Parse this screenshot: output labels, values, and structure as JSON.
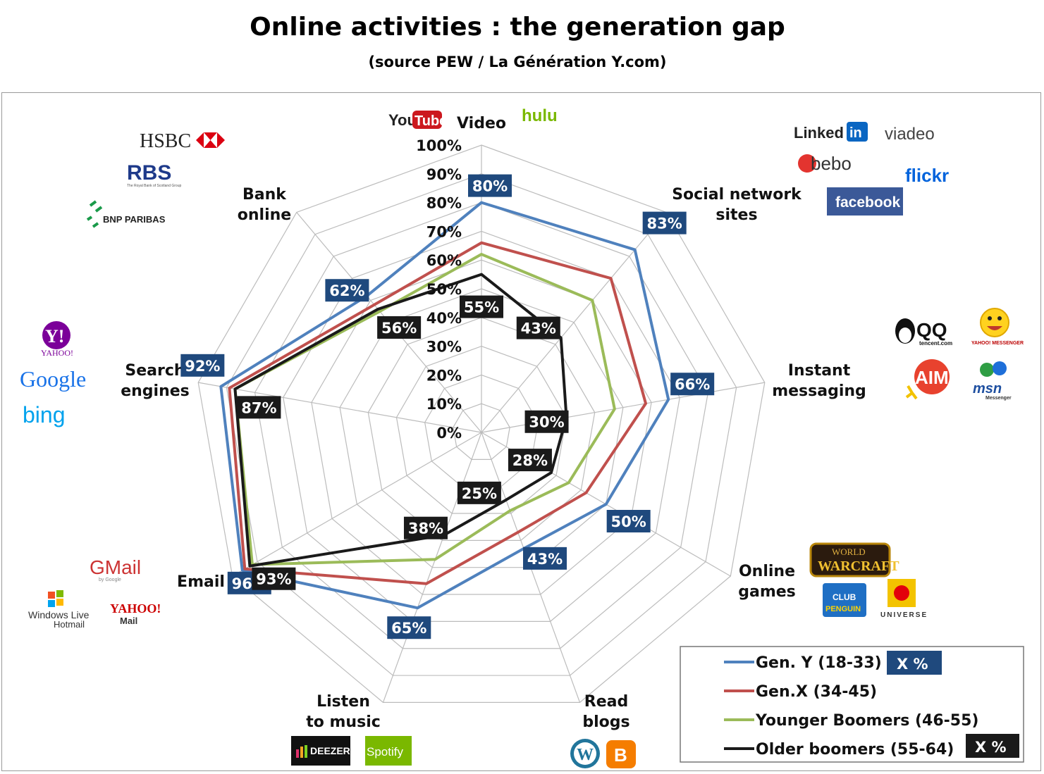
{
  "header": {
    "title": "Online activities : the generation gap",
    "subtitle": "(source PEW / La Génération Y.com)"
  },
  "chart_data": {
    "type": "radar",
    "title": "Online activities : the generation gap",
    "subtitle": "(source PEW / La Génération Y.com)",
    "axes": [
      "Video",
      "Social network sites",
      "Instant messaging",
      "Online games",
      "Read blogs",
      "Listen to music",
      "Email",
      "Search engines",
      "Bank online"
    ],
    "axis_label_lines": [
      [
        "Video"
      ],
      [
        "Social network",
        "sites"
      ],
      [
        "Instant",
        "messaging"
      ],
      [
        "Online",
        "games"
      ],
      [
        "Read",
        "blogs"
      ],
      [
        "Listen",
        "to music"
      ],
      [
        "Email"
      ],
      [
        "Search",
        "engines"
      ],
      [
        "Bank",
        "online"
      ]
    ],
    "r_range": [
      0,
      100
    ],
    "r_ticks": [
      "0%",
      "10%",
      "20%",
      "30%",
      "40%",
      "50%",
      "60%",
      "70%",
      "80%",
      "90%",
      "100%"
    ],
    "series": [
      {
        "name": "Gen. Y (18-33)",
        "color": "#4f81bd",
        "values": [
          80,
          83,
          66,
          50,
          43,
          65,
          96,
          92,
          62
        ],
        "labels": [
          "80%",
          "83%",
          "66%",
          "50%",
          "43%",
          "65%",
          "96%",
          "92%",
          "62%"
        ],
        "label_bg": "#1f497d"
      },
      {
        "name": "Gen.X (34-45)",
        "color": "#c0504d",
        "values": [
          66,
          70,
          58,
          42,
          37,
          56,
          95,
          89,
          58
        ]
      },
      {
        "name": "Younger Boomers (46-55)",
        "color": "#9bbb59",
        "values": [
          62,
          60,
          47,
          35,
          29,
          47,
          92,
          87,
          55
        ]
      },
      {
        "name": "Older boomers (55-64)",
        "color": "#1a1a1a",
        "values": [
          55,
          43,
          30,
          28,
          25,
          38,
          93,
          87,
          56
        ],
        "labels": [
          "55%",
          "43%",
          "30%",
          "28%",
          "25%",
          "38%",
          "93%",
          "87%",
          "56%"
        ],
        "label_bg": "#1a1a1a"
      }
    ],
    "grid": true,
    "legend_placement": "bottom-right",
    "legend_badges": [
      "X %",
      "X %"
    ]
  },
  "logos": {
    "video": [
      "You",
      "Tube",
      "hulu"
    ],
    "social": [
      "Linked",
      "in",
      "viadeo",
      "bebo",
      "flickr",
      "facebook"
    ],
    "messaging": [
      "QQ",
      "tencent.com",
      "YAHOO! MESSENGER",
      "AIM",
      "msn",
      "Messenger"
    ],
    "games": [
      "WORLD",
      "WARCRAFT",
      "CLUB",
      "PENGUIN",
      "UNIVERSE"
    ],
    "blogs": [
      "W",
      "B"
    ],
    "music": [
      "DEEZER",
      "Spotify"
    ],
    "email": [
      "GMail",
      "by Google",
      "Windows Live",
      "Hotmail",
      "YAHOO!",
      "Mail"
    ],
    "search": [
      "Y!",
      "YAHOO!",
      "Google",
      "bing"
    ],
    "bank": [
      "HSBC",
      "RBS",
      "The Royal Bank of Scotland Group",
      "BNP PARIBAS"
    ]
  }
}
